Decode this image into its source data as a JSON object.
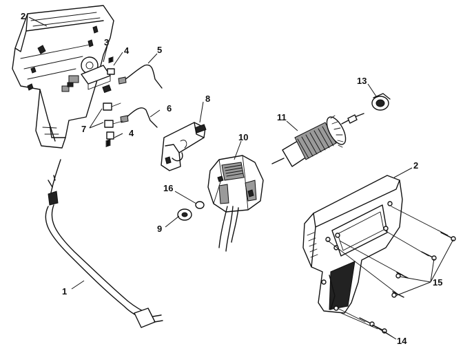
{
  "diagram": {
    "callouts": {
      "c1": "1",
      "c2_top": "2",
      "c2_right": "2",
      "c3": "3",
      "c4_top": "4",
      "c4_mid": "4",
      "c5": "5",
      "c6": "6",
      "c7": "7",
      "c8": "8",
      "c9": "9",
      "c10": "10",
      "c11": "11",
      "c13": "13",
      "c14": "14",
      "c15": "15",
      "c16": "16"
    },
    "parts": [
      "housing-left-half",
      "housing-right-half",
      "power-cord",
      "switch",
      "springs",
      "brush-leads",
      "brush-holders",
      "reversing-switch",
      "bearing",
      "field",
      "armature",
      "bearing-front",
      "screws",
      "washer"
    ]
  }
}
